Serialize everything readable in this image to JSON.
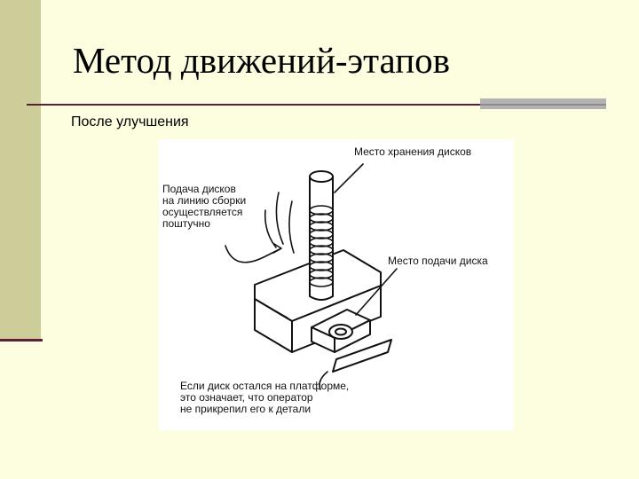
{
  "slide": {
    "title": "Метод движений-этапов",
    "subtitle": "После улучшения"
  },
  "figure": {
    "label_storage": "Место хранения дисков",
    "label_feed": [
      "Подача дисков",
      "на линию сборки",
      "осуществляется",
      "поштучно"
    ],
    "label_supply": "Место подачи диска",
    "label_note": [
      "Если диск остался на платформе,",
      "это означает, что оператор",
      "не прикрепил его к детали"
    ]
  },
  "colors": {
    "background": "#fdfde0",
    "left_bar": "#cdcd9a",
    "accent_line": "#5b1f3a",
    "rule_block": "#b3b3b3"
  }
}
